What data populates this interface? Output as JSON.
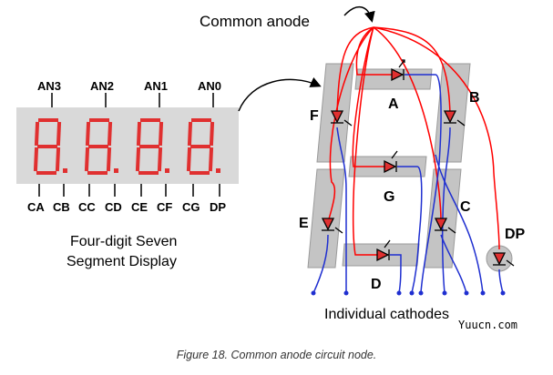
{
  "diagram": {
    "common_anode_label": "Common anode",
    "anode_labels": [
      "AN3",
      "AN2",
      "AN1",
      "AN0"
    ],
    "cathode_labels": [
      "CA",
      "CB",
      "CC",
      "CD",
      "CE",
      "CF",
      "CG",
      "DP"
    ],
    "display_caption_line1": "Four-digit Seven",
    "display_caption_line2": "Segment Display",
    "display_digit_count": 4,
    "segment_labels": {
      "a": "A",
      "b": "B",
      "c": "C",
      "d": "D",
      "e": "E",
      "f": "F",
      "g": "G",
      "dp": "DP"
    },
    "individual_cathodes_label": "Individual cathodes",
    "watermark": "Yuucn.com",
    "colors": {
      "display_bg": "#d9d9d9",
      "segment_red": "#e03030",
      "anode_wire": "#ff0000",
      "cathode_wire": "#1f2fd0",
      "segment_plate": "#c4c4c4"
    }
  },
  "figure_caption": "Figure 18. Common anode circuit node."
}
